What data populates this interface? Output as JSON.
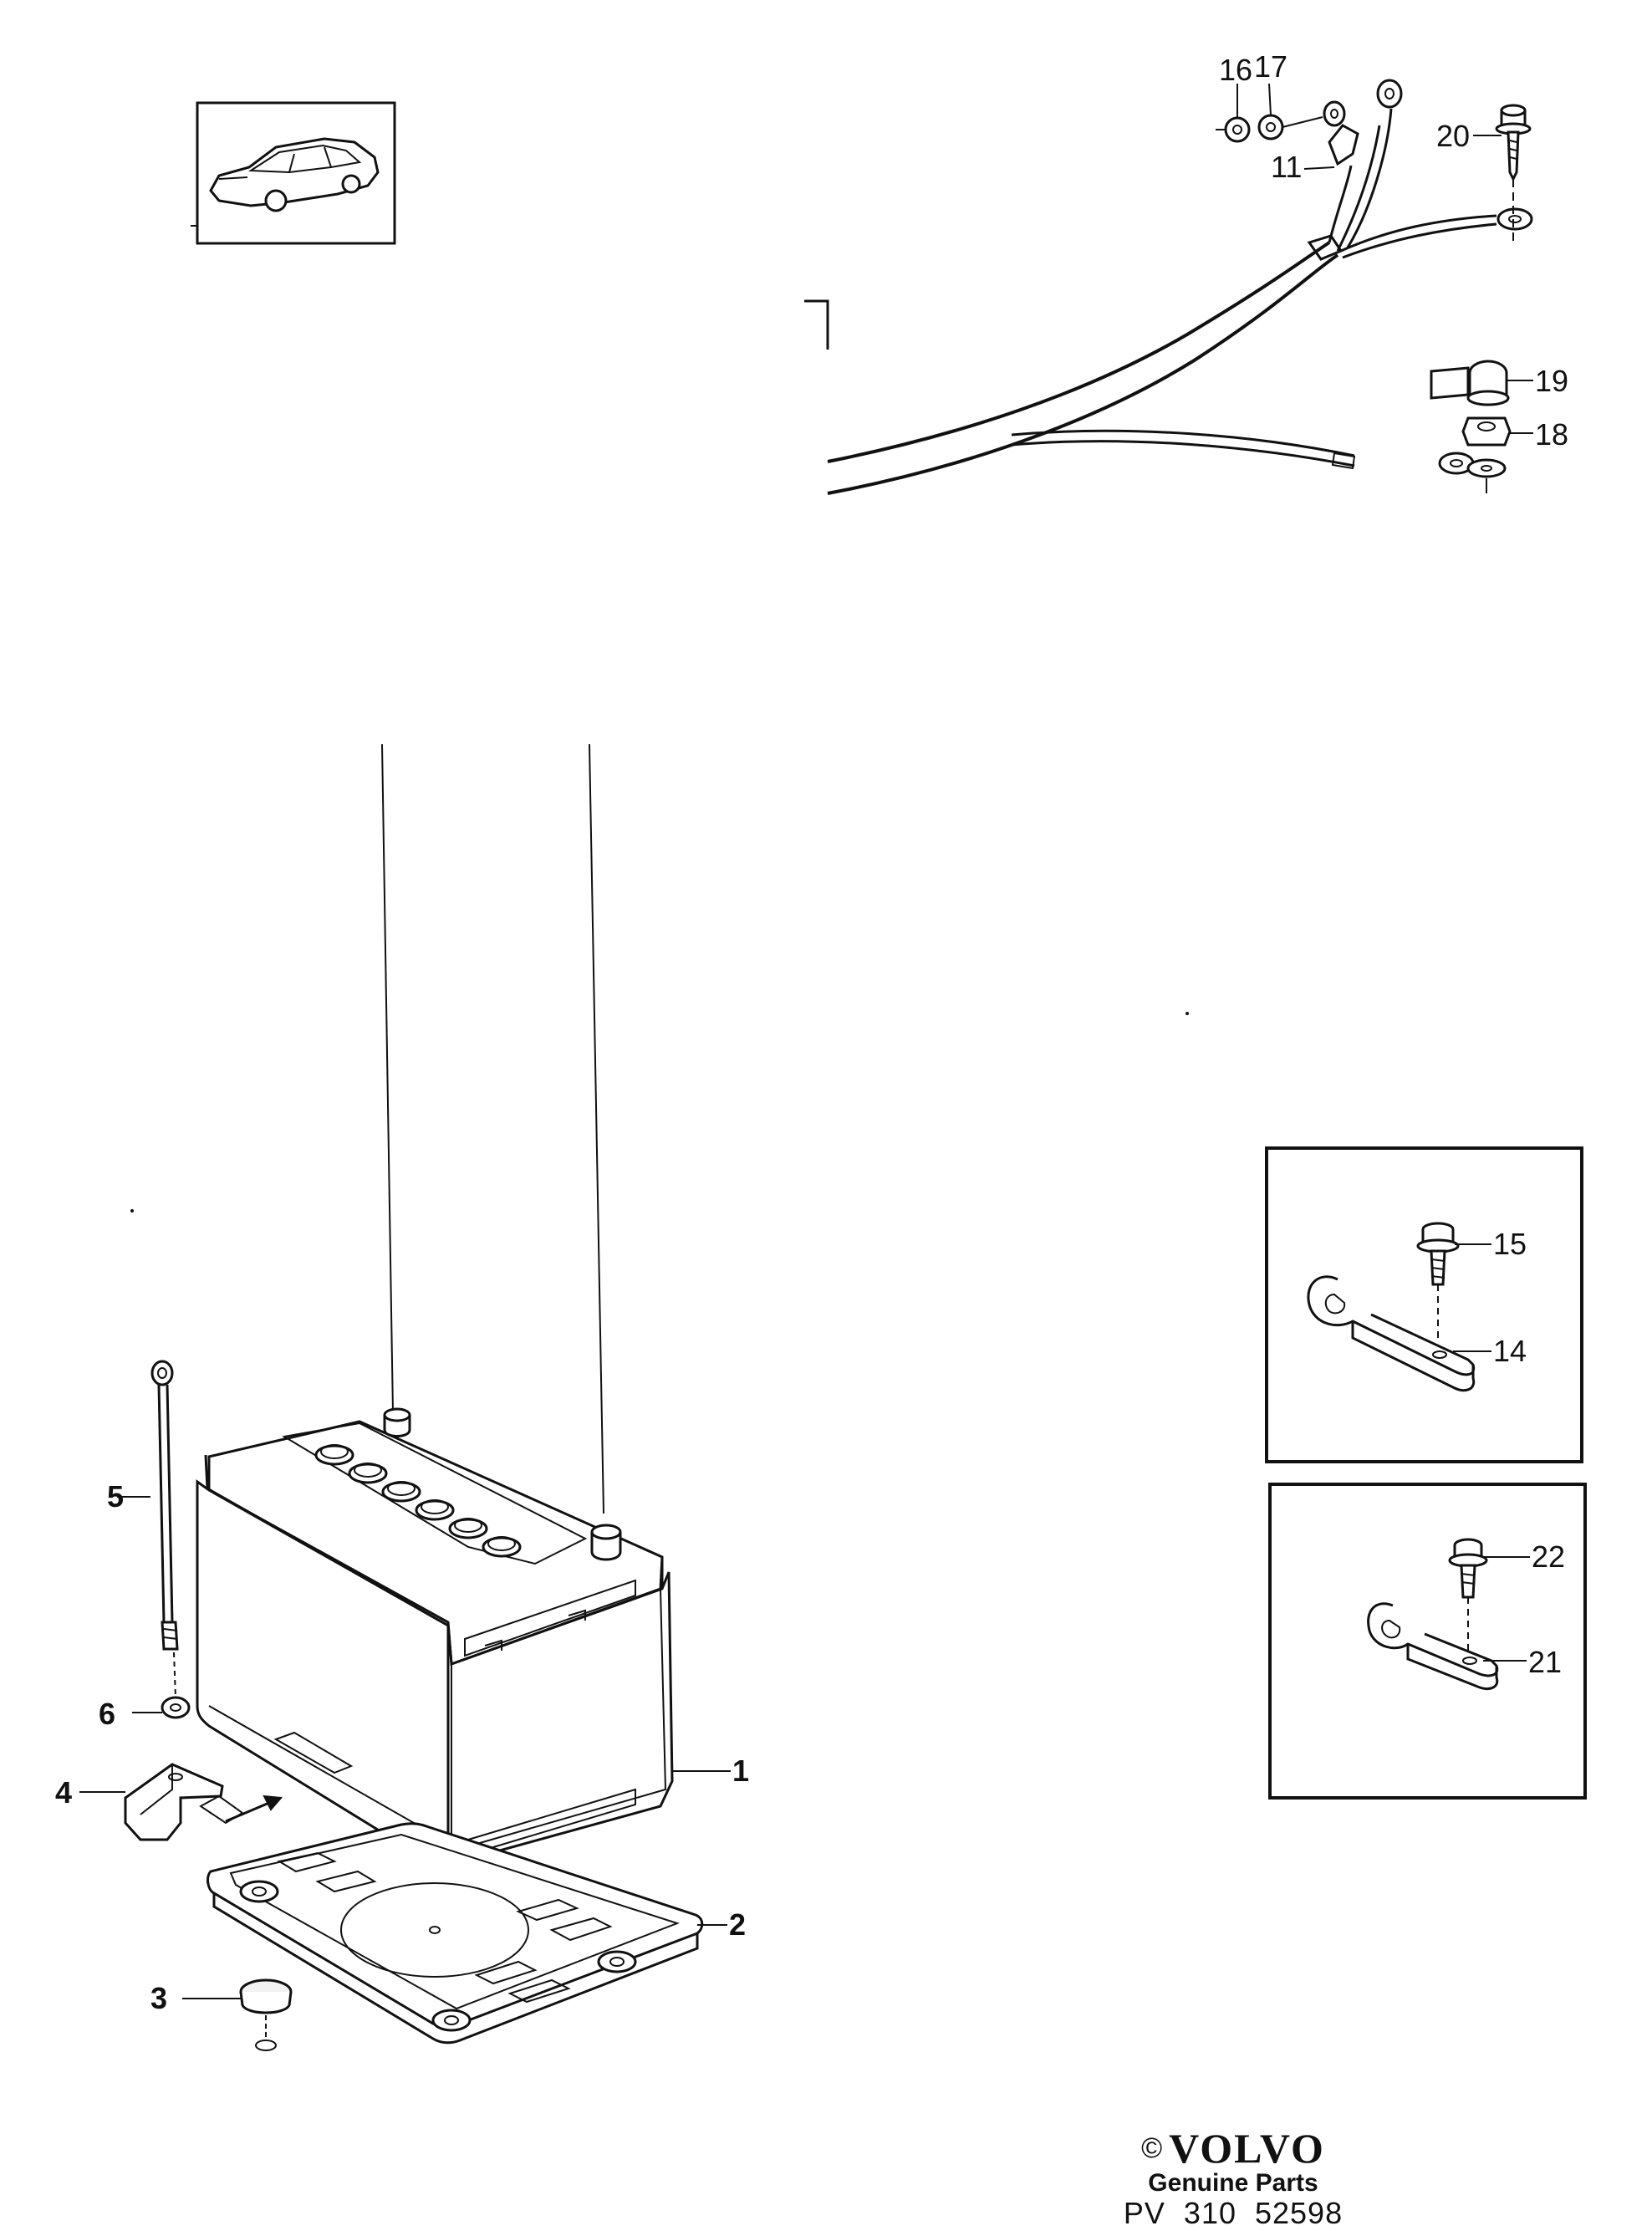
{
  "callouts": {
    "c1": "1",
    "c2": "2",
    "c3": "3",
    "c4": "4",
    "c5": "5",
    "c6": "6",
    "c11": "11",
    "c14": "14",
    "c15": "15",
    "c16": "16",
    "c17": "17",
    "c18": "18",
    "c19": "19",
    "c20": "20",
    "c21": "21",
    "c22": "22"
  },
  "footer": {
    "copyright_symbol": "©",
    "brand": "VOLVO",
    "tagline": "Genuine Parts",
    "code": "PV  310  52598"
  }
}
